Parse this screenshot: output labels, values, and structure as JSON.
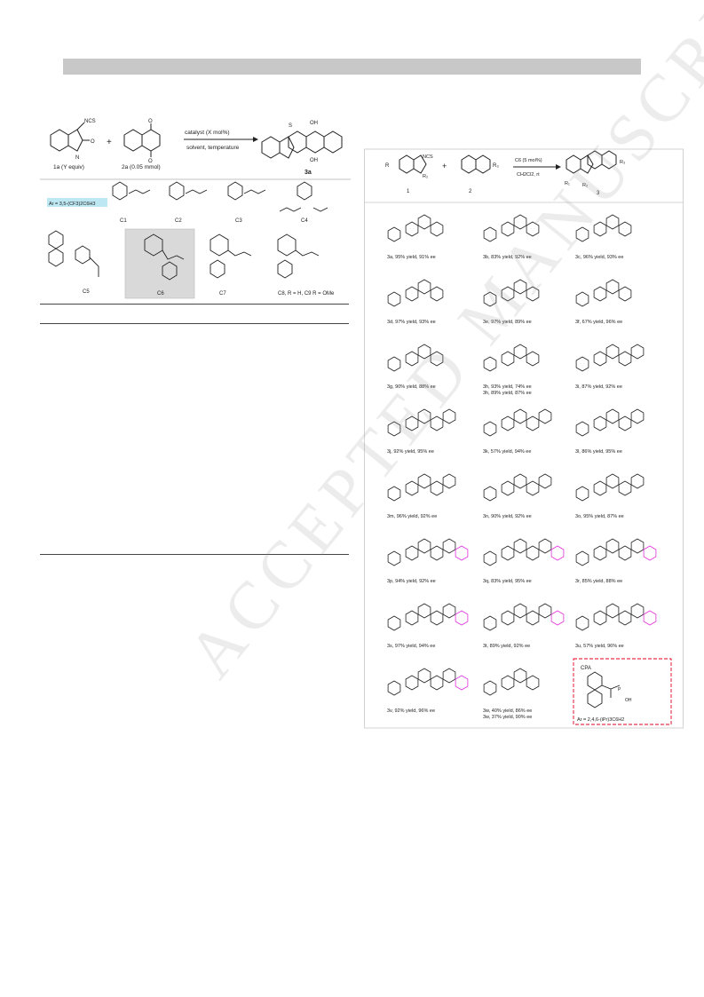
{
  "scheme1": {
    "reagent_1a": "1a (Y equiv)",
    "reagent_2a": "2a (0.05 mmol)",
    "arrow_top": "catalyst (X mol%)",
    "arrow_bottom": "solvent, temperature",
    "product": "3a",
    "ar_def": "Ar = 3,5-(CF3)2C6H3",
    "catalysts": [
      "C1",
      "C2",
      "C3",
      "C4",
      "C5",
      "C6",
      "C7",
      "C8, R = H, C9 R = OMe"
    ]
  },
  "scheme2": {
    "arrow_top": "C6 (5 mol%)",
    "arrow_bottom": "CH2Cl2, rt",
    "reactant1": "1",
    "reactant2": "2",
    "product": "3",
    "products": [
      "3a, 95% yield, 91% ee",
      "3b, 83% yield, 92% ee",
      "3c, 96% yield, 93% ee",
      "3d, 97% yield, 93% ee",
      "3e, 97% yield, 89% ee",
      "3f, 67% yield, 96% ee",
      "3g, 90% yield, 88% ee",
      "3h, 93% yield, 74% ee",
      "3i, 87% yield, 92% ee",
      "3j, 92% yield, 95% ee",
      "3k, 57% yield, 94% ee",
      "3l, 86% yield, 95% ee",
      "3m, 96% yield, 92% ee",
      "3n, 90% yield, 92% ee",
      "3o, 95% yield, 87% ee",
      "3p, 94% yield, 92% ee",
      "3q, 83% yield, 95% ee",
      "3r, 85% yield, 88% ee",
      "3s, 97% yield, 94% ee",
      "3t, 89% yield, 92% ee",
      "3u, 57% yield, 96% ee",
      "3v, 92% yield, 96% ee",
      "3w, 40% yield, 86% ee",
      ""
    ],
    "h_second": "3h, 89% yield, 87% ee",
    "w_second": "3w, 37% yield, 90% ee",
    "cpa_label": "CPA",
    "cpa_ar": "Ar = 2,4,6-(iPr)3C6H2"
  },
  "watermark": "ACCEPTED MANUSCRIPT"
}
